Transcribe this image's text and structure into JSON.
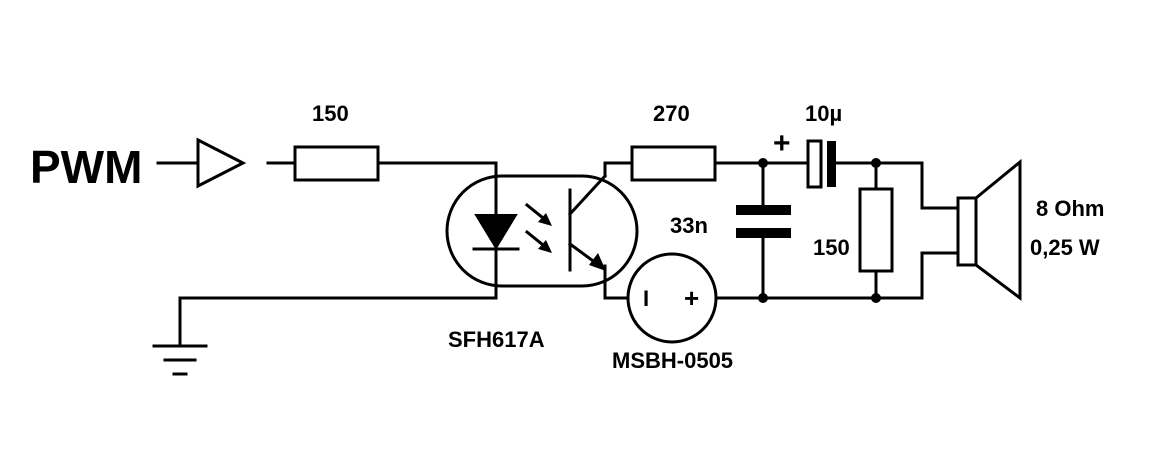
{
  "labels": {
    "input": "PWM",
    "r_input": "150",
    "r_series": "270",
    "capacitor_coupling": "10µ",
    "capacitor_polarity": "+",
    "capacitor_shunt": "33n",
    "r_load": "150",
    "optocoupler": "SFH617A",
    "dcdc": "MSBH-0505",
    "dcdc_minus": "I",
    "dcdc_plus": "+",
    "speaker_impedance": "8 Ohm",
    "speaker_power": "0,25 W"
  }
}
